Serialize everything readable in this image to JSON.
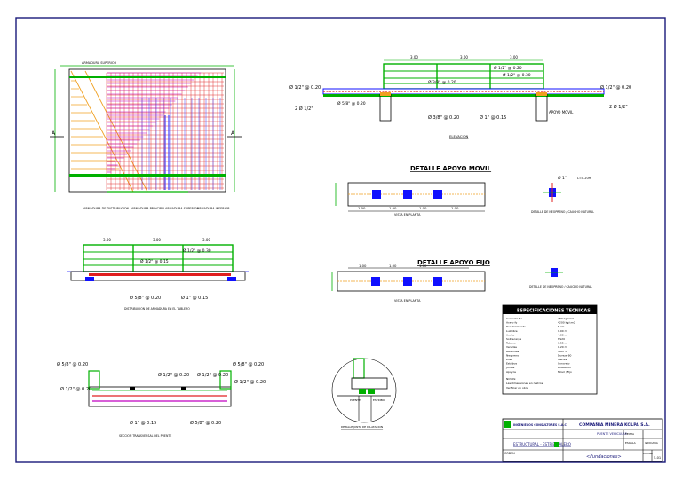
{
  "colors": {
    "border": "#1a1a7a",
    "rebar_green": "#00b000",
    "mesh_red": "#e02020",
    "mesh_magenta": "#c000c0",
    "mesh_blue": "#4040ff",
    "accent_orange": "#f0a020",
    "dim_black": "#000000",
    "support_blue": "#1010ff"
  },
  "plan": {
    "top_label": "ARMADURA SUPERIOR",
    "labels": [
      "ARMADURA DE DISTRIBUCION",
      "ARMADURA PRINCIPAL",
      "ARMADURA SUPERIOR",
      "ARMADURA INFERIOR"
    ]
  },
  "elevation_top": {
    "dims": [
      "3.00",
      "3.00",
      "3.00"
    ],
    "callouts": [
      "Ø 1/2\" @ 0.20",
      "Ø 1/2\" @ 0.30",
      "Ø 3/8\" @ 0.20"
    ],
    "left_labels": [
      "Ø 1/2\" @ 0.20",
      "2 Ø 1/2\"",
      "Ø 5/8\" @ 0.20"
    ],
    "right_labels": [
      "Ø 1/2\" @ 0.20",
      "2 Ø 1/2\""
    ],
    "bottom_labels": [
      "Ø 3/8\" @ 0.20",
      "Ø 1\" @ 0.15"
    ],
    "support": "APOYO MOVIL",
    "caption": "ELEVACION"
  },
  "elevation_mid": {
    "dims": [
      "3.00",
      "3.00",
      "3.00"
    ],
    "callouts": [
      "Ø 1/2\" @ 0.30",
      "Ø 1/2\" @ 0.15"
    ],
    "bottom_labels": [
      "Ø 5/8\" @ 0.20",
      "Ø 1\" @ 0.15"
    ],
    "caption": "DISTRIBUCION DE ARMADURA EN EL TABLERO"
  },
  "section": {
    "left_labels": [
      "Ø 5/8\" @ 0.20",
      "Ø 1/2\" @ 0.20"
    ],
    "right_labels": [
      "Ø 5/8\" @ 0.20",
      "Ø 1/2\" @ 0.20"
    ],
    "top_labels": [
      "Ø 1/2\" @ 0.20",
      "Ø 1/2\" @ 0.20"
    ],
    "bottom_labels": [
      "Ø 1\" @ 0.15",
      "Ø 5/8\" @ 0.20"
    ],
    "caption": "SECCION TRANSVERSAL DEL PUENTE"
  },
  "detail_movil": {
    "title": "DETALLE APOYO MOVIL",
    "dims": [
      "1.00",
      "1.00",
      "1.00",
      "1.00"
    ],
    "caption": "VISTA EN PLANTA",
    "side_label": "Ø 1\"",
    "side_note": "L=0.20m",
    "side_caption": "DETALLE DE NEOPRENO / CAUCHO NATURAL"
  },
  "detail_fijo": {
    "title": "DETALLE APOYO FIJO",
    "dims": [
      "1.00",
      "1.00",
      "1.00"
    ],
    "caption": "VISTA EN PLANTA",
    "side_caption": "DETALLE DE NEOPRENO / CAUCHO NATURAL"
  },
  "circle_detail": {
    "caption": "DETALLE JUNTA DE DILATACION",
    "labels": [
      "PUENTE",
      "ESTRIBO"
    ]
  },
  "spec_table": {
    "title": "ESPECIFICACIONES TECNICAS",
    "rows": [
      [
        "Concreto f'c",
        "280 kg/cm2"
      ],
      [
        "Acero fy",
        "4200 kg/cm2"
      ],
      [
        "Recubrimiento",
        "5 cm"
      ],
      [
        "Luz libre",
        "9.00 m"
      ],
      [
        "Ancho",
        "4.00 m"
      ],
      [
        "Sobrecarga",
        "HS20"
      ],
      [
        "Tablero",
        "0.55 m"
      ],
      [
        "Veredas",
        "0.20 m"
      ],
      [
        "Barandas",
        "Tubo 3\""
      ],
      [
        "Neopreno",
        "Dureza 60"
      ],
      [
        "Losa",
        "Maciza"
      ],
      [
        "Estribos",
        "Concreto"
      ],
      [
        "Juntas",
        "Dilatacion"
      ],
      [
        "Apoyos",
        "Movil / Fijo"
      ]
    ],
    "notes": [
      "NOTAS:",
      "Las dimensiones en metros",
      "Verificar en obra"
    ]
  },
  "title_block": {
    "company": "COMPAÑIA MINERA KOLPA S.A.",
    "project": "PUENTE VEHICULAR",
    "subtitle": "ESTRUCTURAL - ESTRIBO ALERO",
    "drawing": "<Fundaciones>",
    "sheet_label": "LAMINA",
    "sheet_no": "E-01",
    "firm": "INGENIEROS CONSULTORES S.A.C.",
    "date_label": "FECHA",
    "scale_label": "ESCALA",
    "scale_value": "INDICADA",
    "order_label": "ORDEN"
  }
}
